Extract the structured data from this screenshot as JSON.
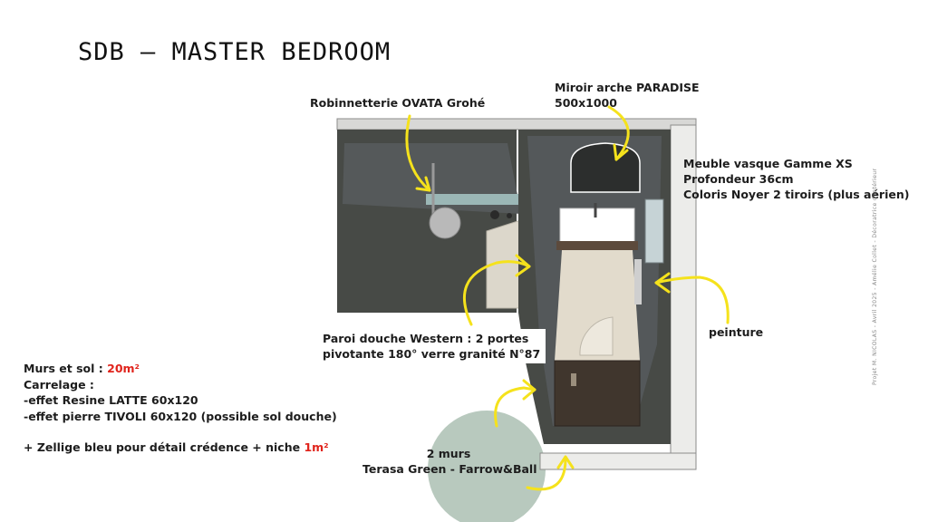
{
  "title": "SDB – MASTER BEDROOM",
  "labels": {
    "robinetterie": "Robinnetterie OVATA Grohé",
    "miroir_1": "Miroir arche PARADISE",
    "miroir_2": "500x1000",
    "meuble_1": "Meuble vasque Gamme XS",
    "meuble_2": "Profondeur 36cm",
    "meuble_3": "Coloris Noyer 2 tiroirs (plus aérien)",
    "peinture": "peinture",
    "paroi_1": "Paroi douche Western  : 2 portes",
    "paroi_2": "pivotante 180° verre granité N°87",
    "murs_1": "2 murs",
    "murs_2": "Terasa Green - Farrow&Ball"
  },
  "materials": {
    "line1_prefix": "Murs et sol : ",
    "line1_value": "20m²",
    "line2": "Carrelage :",
    "line3": "-effet Resine LATTE 60x120",
    "line4": "-effet pierre TIVOLI 60x120 (possible sol douche)",
    "line5_prefix": "+ Zellige bleu pour détail crédence + niche ",
    "line5_value": "1m²"
  },
  "credit": "Projet M. NICOLAS - Avril 2025 - Amélie Collet - Décoratrice d'intérieur",
  "colors": {
    "wall_dark": "#474a46",
    "floor_light": "#e2dbcc",
    "arrow_yellow": "#f5e21c",
    "swatch_green": "#b8c9be",
    "highlight_red": "#e0231b"
  },
  "icons": [
    "arrow-icon"
  ]
}
